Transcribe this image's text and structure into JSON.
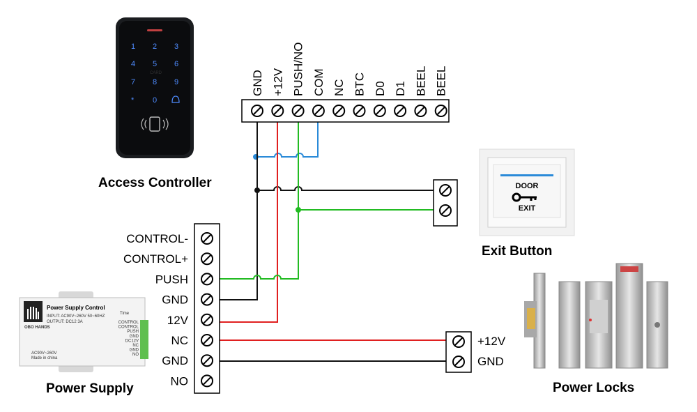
{
  "controller": {
    "caption": "Access Controller",
    "terminals": [
      "GND",
      "+12V",
      "PUSH/NO",
      "COM",
      "NC",
      "BTC",
      "D0",
      "D1",
      "BEEL",
      "BEEL"
    ],
    "keypad": [
      "1",
      "2",
      "3",
      "4",
      "5",
      "6",
      "7",
      "8",
      "9",
      "*",
      "0"
    ],
    "card_label": "CARD"
  },
  "exit_button": {
    "caption": "Exit Button",
    "line1": "DOOR",
    "line2": "EXIT"
  },
  "power_supply": {
    "caption": "Power Supply",
    "terminals": [
      "CONTROL-",
      "CONTROL+",
      "PUSH",
      "GND",
      "12V",
      "NC",
      "GND",
      "NO"
    ],
    "device_title": "Power Supply Control",
    "device_input": "INPUT: AC90V~260V 50~60HZ",
    "device_output": "OUTPUT: DC12 3A",
    "device_brand": "OBO HANDS",
    "device_time": "Time",
    "device_ac": "AC90V~260V",
    "device_made": "Made in china",
    "device_terms": [
      "CONTROL",
      "CONTROL",
      "PUSH",
      "GND",
      "DC12V",
      "NC",
      "GND",
      "NO"
    ]
  },
  "locks": {
    "caption": "Power Locks",
    "terminals": [
      "+12V",
      "GND"
    ]
  },
  "colors": {
    "gnd": "#111111",
    "v12": "#e02020",
    "push": "#22bb22",
    "com": "#2a8ad8"
  }
}
